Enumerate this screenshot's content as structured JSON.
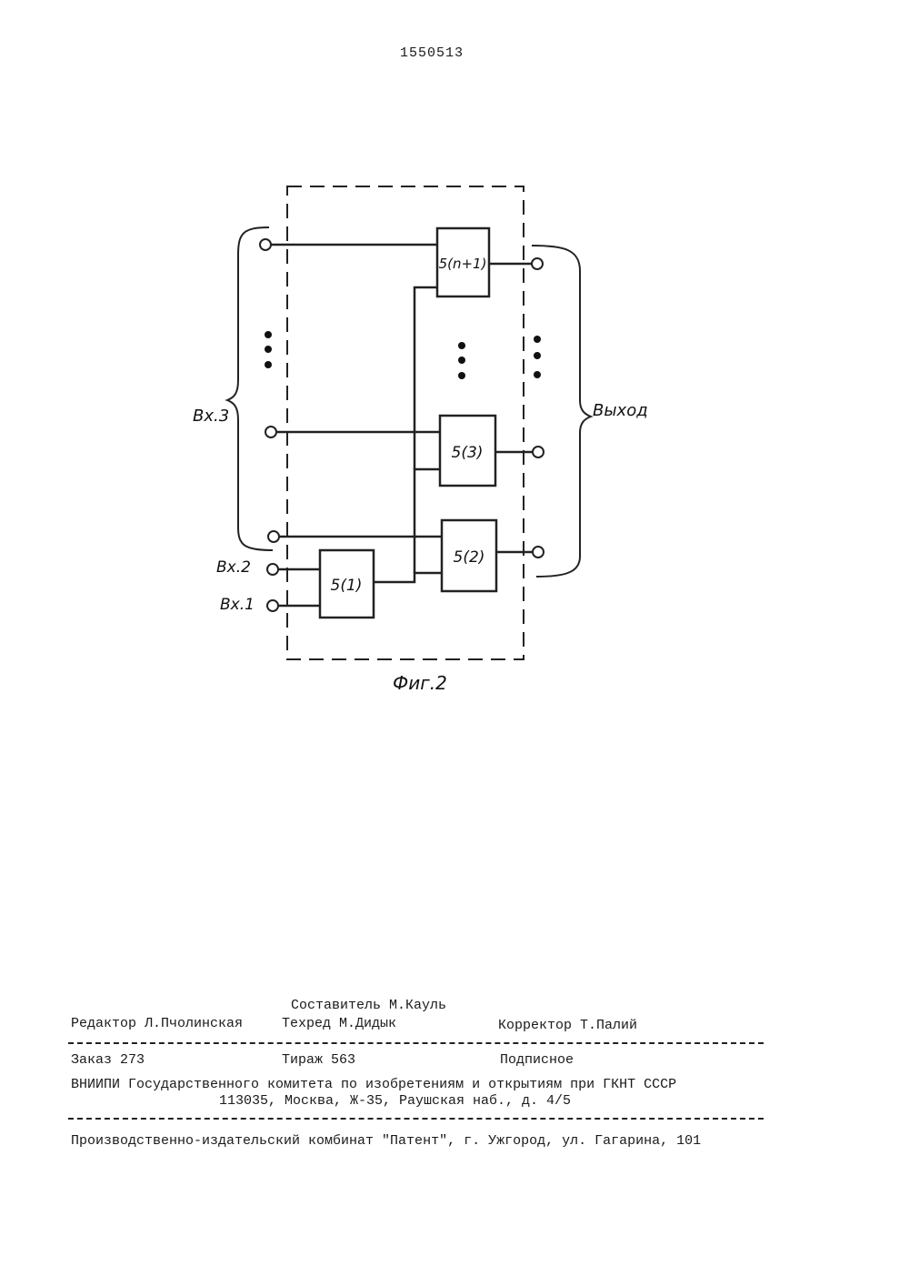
{
  "header": {
    "patent_number": "1550513"
  },
  "figure": {
    "caption": "Фиг.2",
    "input_3_label": "Вх.3",
    "input_2_label": "Вх.2",
    "input_1_label": "Вх.1",
    "output_label": "Выход",
    "blocks": {
      "b1": "5(1)",
      "b2": "5(2)",
      "b3": "5(3)",
      "bn": "5(n+1)"
    }
  },
  "imprint": {
    "compiler": "Составитель М.Кауль",
    "editor": "Редактор Л.Пчолинская",
    "techred": "Техред М.Дидык",
    "corrector": "Корректор Т.Палий",
    "order": "Заказ 273",
    "circulation": "Тираж 563",
    "subscription": "Подписное",
    "org_line1": "ВНИИПИ Государственного комитета по изобретениям и открытиям при ГКНТ СССР",
    "org_line2": "113035, Москва, Ж-35, Раушская наб., д. 4/5",
    "publisher": "Производственно-издательский комбинат \"Патент\", г. Ужгород, ул. Гагарина, 101"
  }
}
